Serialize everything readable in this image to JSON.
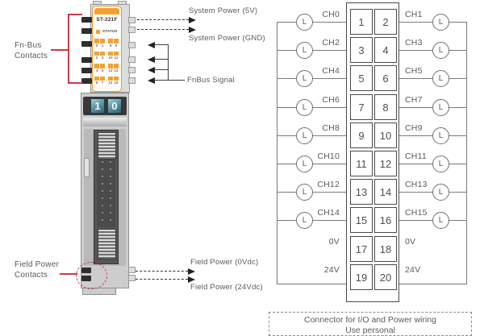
{
  "module": {
    "model": "ST-221F",
    "status_label": "STATUS",
    "led_rows": [
      [
        "0",
        "1",
        "8",
        "9"
      ],
      [
        "2",
        "3",
        "10",
        "11"
      ],
      [
        "4",
        "5",
        "12",
        "13"
      ],
      [
        "6",
        "7",
        "14",
        "15"
      ]
    ],
    "thumbwheel_digits": [
      "1",
      "0"
    ]
  },
  "annotations": {
    "fnbus_contacts_line1": "Fn-Bus",
    "fnbus_contacts_line2": "Contacts",
    "field_power_contacts_line1": "Field Power",
    "field_power_contacts_line2": "Contacts",
    "system_power_5v": "System Power (5V)",
    "system_power_gnd": "System Power (GND)",
    "fnbus_signal": "FnBus Signal",
    "field_power_0v": "Field Power (0Vdc)",
    "field_power_24v": "Field Power (24Vdc)"
  },
  "connector": {
    "load_symbol": "L",
    "rows": [
      {
        "left_label": "CH0",
        "left_pin": "1",
        "right_pin": "2",
        "right_label": "CH1",
        "left_load": true,
        "right_load": true
      },
      {
        "left_label": "CH2",
        "left_pin": "3",
        "right_pin": "4",
        "right_label": "CH3",
        "left_load": true,
        "right_load": true
      },
      {
        "left_label": "CH4",
        "left_pin": "5",
        "right_pin": "6",
        "right_label": "CH5",
        "left_load": true,
        "right_load": true
      },
      {
        "left_label": "CH6",
        "left_pin": "7",
        "right_pin": "8",
        "right_label": "CH7",
        "left_load": true,
        "right_load": true
      },
      {
        "left_label": "CH8",
        "left_pin": "9",
        "right_pin": "10",
        "right_label": "CH9",
        "left_load": true,
        "right_load": true
      },
      {
        "left_label": "CH10",
        "left_pin": "11",
        "right_pin": "12",
        "right_label": "CH11",
        "left_load": true,
        "right_load": true
      },
      {
        "left_label": "CH12",
        "left_pin": "13",
        "right_pin": "14",
        "right_label": "CH13",
        "left_load": true,
        "right_load": true
      },
      {
        "left_label": "CH14",
        "left_pin": "15",
        "right_pin": "16",
        "right_label": "CH15",
        "left_load": true,
        "right_load": true
      },
      {
        "left_label": "0V",
        "left_pin": "17",
        "right_pin": "18",
        "right_label": "0V",
        "left_load": false,
        "right_load": false
      },
      {
        "left_label": "24V",
        "left_pin": "19",
        "right_pin": "20",
        "right_label": "24V",
        "left_load": false,
        "right_load": false
      }
    ],
    "caption_line1": "Connector for I/O and Power wiring",
    "caption_line2": "Use personal"
  },
  "colors": {
    "accent_orange": "#F2A235",
    "accent_red": "#CB3A4B",
    "wire_gray": "#7A7A7A",
    "text_gray": "#5A5A5A",
    "thumbwheel_teal": "#4E8292"
  }
}
